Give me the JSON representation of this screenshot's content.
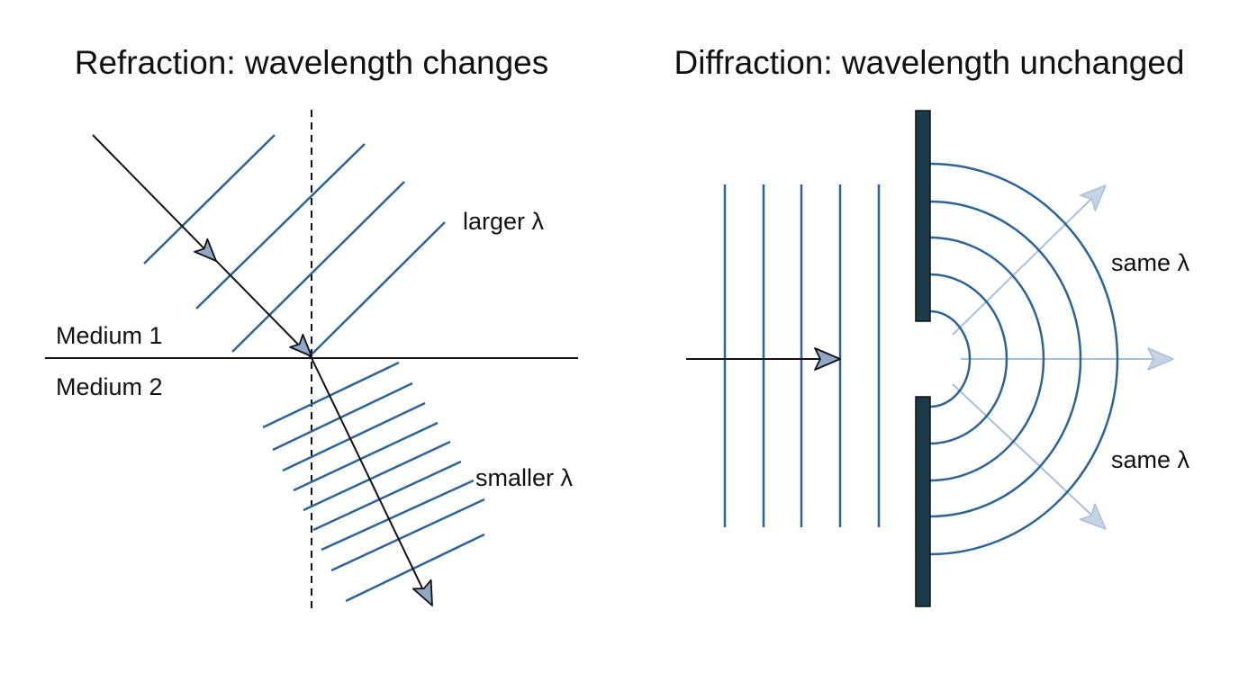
{
  "refraction": {
    "title": "Refraction: wavelength changes",
    "medium_top": "Medium 1",
    "medium_bottom": "Medium 2",
    "label_top": "larger λ",
    "label_bottom": "smaller λ"
  },
  "diffraction": {
    "title": "Diffraction: wavelength unchanged",
    "label_upper": "same λ",
    "label_lower": "same λ"
  },
  "colors": {
    "wavefront": "#2c6497",
    "ray": "#111111",
    "arrowhead": "#8fa8c8",
    "barrier": "#1c3a4a",
    "faded_arrow": "#a9c0d8"
  }
}
